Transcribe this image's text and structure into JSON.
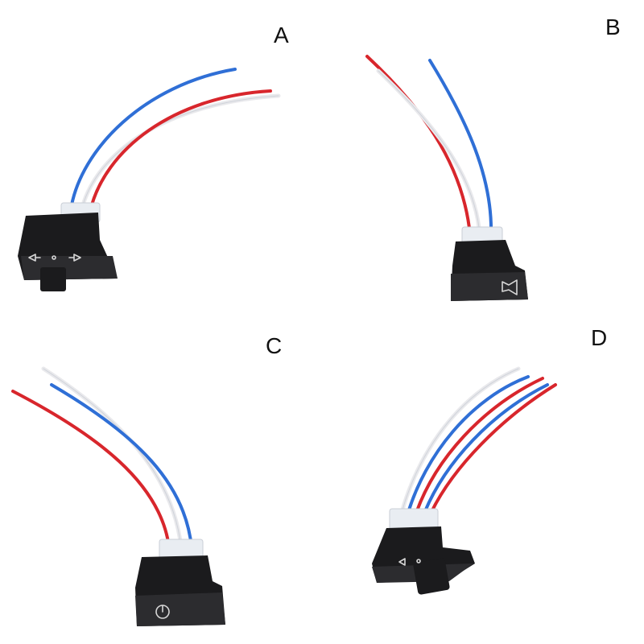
{
  "panels": [
    {
      "id": "A",
      "label": "A",
      "icon": "turn-signal-arrows-icon",
      "wire_colors": [
        "#2f6fd6",
        "#e9e9ec",
        "#d8262c"
      ]
    },
    {
      "id": "B",
      "label": "B",
      "icon": "horn-icon",
      "wire_colors": [
        "#d8262c",
        "#e9e9ec",
        "#2f6fd6"
      ]
    },
    {
      "id": "C",
      "label": "C",
      "icon": "power-icon",
      "wire_colors": [
        "#d8262c",
        "#e9e9ec",
        "#2f6fd6"
      ]
    },
    {
      "id": "D",
      "label": "D",
      "icon": "turn-signal-arrows-icon",
      "wire_colors": [
        "#2f6fd6",
        "#e9e9ec",
        "#d8262c",
        "#2f6fd6",
        "#d8262c"
      ]
    }
  ],
  "colors": {
    "background": "#ffffff",
    "housing": "#1b1b1d",
    "red_wire": "#d8262c",
    "blue_wire": "#2f6fd6",
    "white_wire": "#e9e9ec"
  }
}
